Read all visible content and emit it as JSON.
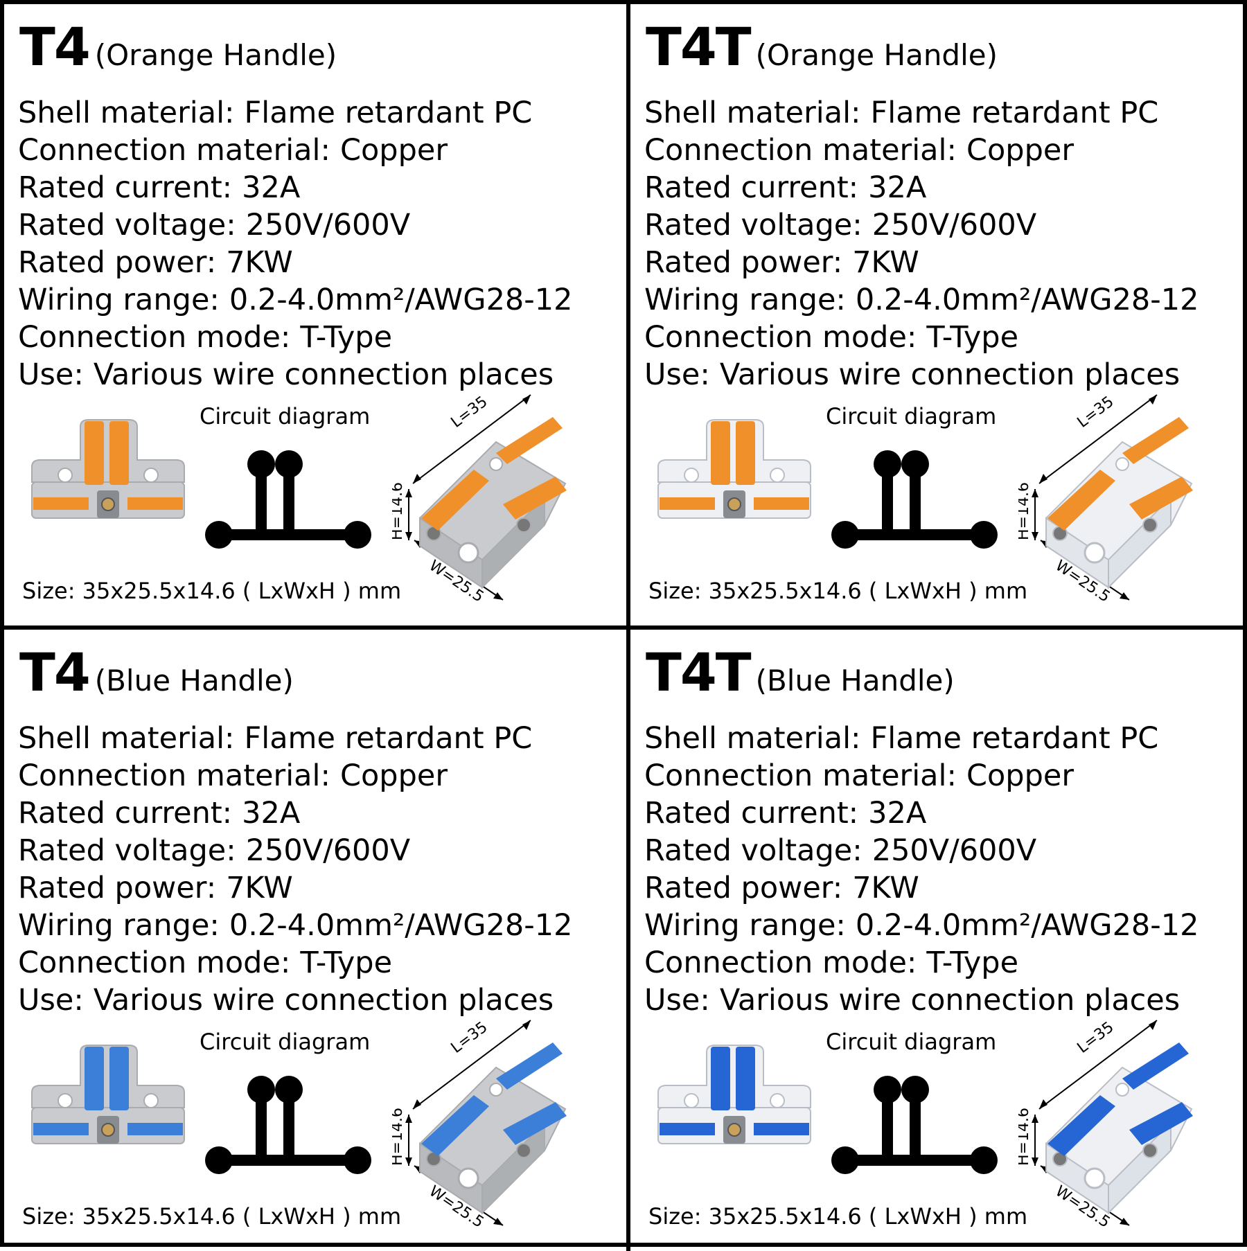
{
  "panels": [
    {
      "model": "T4",
      "variant": "(Orange Handle)",
      "handle_color": "#f0902a",
      "body": "opaque",
      "specs": [
        {
          "label": "Shell material:",
          "value": "Flame retardant PC"
        },
        {
          "label": "Connection material:",
          "value": "Copper"
        },
        {
          "label": "Rated current:",
          "value": "32A"
        },
        {
          "label": "Rated voltage:",
          "value": "250V/600V"
        },
        {
          "label": "Rated power:",
          "value": "7KW"
        },
        {
          "label": "Wiring range:",
          "value": "0.2-4.0mm²/AWG28-12"
        },
        {
          "label": "Connection mode:",
          "value": "T-Type"
        },
        {
          "label": "Use:",
          "value": "Various wire connection places"
        }
      ],
      "diagram_label": "Circuit diagram",
      "size_text": "Size: 35x25.5x14.6 ( LxWxH ) mm",
      "dim_l": "L=35",
      "dim_h": "H=14.6",
      "dim_w": "W=25.5"
    },
    {
      "model": "T4T",
      "variant": "(Orange Handle)",
      "handle_color": "#f0902a",
      "body": "transparent",
      "specs": [
        {
          "label": "Shell material:",
          "value": "Flame retardant PC"
        },
        {
          "label": "Connection material:",
          "value": "Copper"
        },
        {
          "label": "Rated current:",
          "value": "32A"
        },
        {
          "label": "Rated voltage:",
          "value": "250V/600V"
        },
        {
          "label": "Rated power:",
          "value": "7KW"
        },
        {
          "label": "Wiring range:",
          "value": "0.2-4.0mm²/AWG28-12"
        },
        {
          "label": "Connection mode:",
          "value": "T-Type"
        },
        {
          "label": "Use:",
          "value": "Various wire connection places"
        }
      ],
      "diagram_label": "Circuit diagram",
      "size_text": "Size: 35x25.5x14.6 ( LxWxH ) mm",
      "dim_l": "L=35",
      "dim_h": "H=14.6",
      "dim_w": "W=25.5"
    },
    {
      "model": "T4",
      "variant": "(Blue Handle)",
      "handle_color": "#3b7fd9",
      "body": "opaque",
      "specs": [
        {
          "label": "Shell material:",
          "value": "Flame retardant PC"
        },
        {
          "label": "Connection material:",
          "value": "Copper"
        },
        {
          "label": "Rated current:",
          "value": "32A"
        },
        {
          "label": "Rated voltage:",
          "value": "250V/600V"
        },
        {
          "label": "Rated power:",
          "value": "7KW"
        },
        {
          "label": "Wiring range:",
          "value": "0.2-4.0mm²/AWG28-12"
        },
        {
          "label": "Connection mode:",
          "value": "T-Type"
        },
        {
          "label": "Use:",
          "value": "Various wire connection places"
        }
      ],
      "diagram_label": "Circuit diagram",
      "size_text": "Size: 35x25.5x14.6 ( LxWxH ) mm",
      "dim_l": "L=35",
      "dim_h": "H=14.6",
      "dim_w": "W=25.5"
    },
    {
      "model": "T4T",
      "variant": "(Blue Handle)",
      "handle_color": "#2566d4",
      "body": "transparent",
      "specs": [
        {
          "label": "Shell material:",
          "value": "Flame retardant PC"
        },
        {
          "label": "Connection material:",
          "value": "Copper"
        },
        {
          "label": "Rated current:",
          "value": "32A"
        },
        {
          "label": "Rated voltage:",
          "value": "250V/600V"
        },
        {
          "label": "Rated power:",
          "value": "7KW"
        },
        {
          "label": "Wiring range:",
          "value": "0.2-4.0mm²/AWG28-12"
        },
        {
          "label": "Connection mode:",
          "value": "T-Type"
        },
        {
          "label": "Use:",
          "value": "Various wire connection places"
        }
      ],
      "diagram_label": "Circuit diagram",
      "size_text": "Size: 35x25.5x14.6 ( LxWxH ) mm",
      "dim_l": "L=35",
      "dim_h": "H=14.6",
      "dim_w": "W=25.5"
    }
  ]
}
